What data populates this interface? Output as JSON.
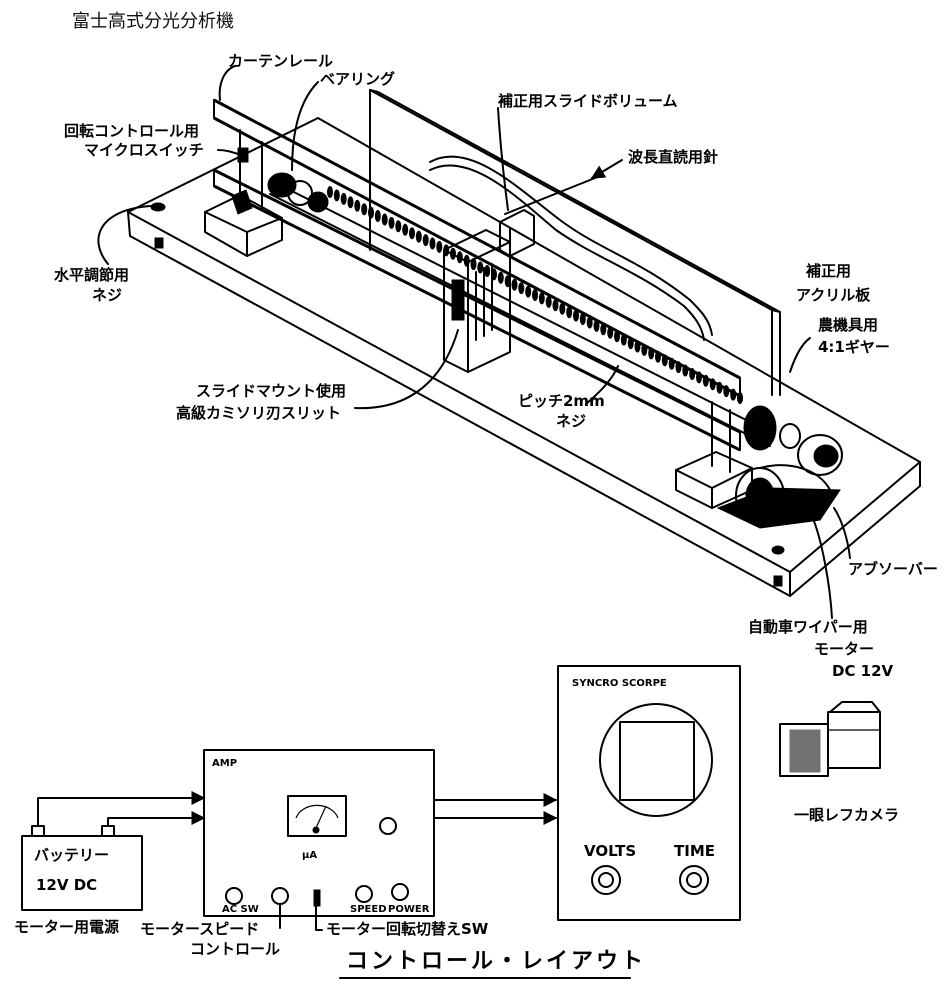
{
  "title": "富士高式分光分析機",
  "labels": {
    "curtain_rail": "カーテンレール",
    "bearing": "ベアリング",
    "slide_volume": "補正用スライドボリューム",
    "micro_switch_1": "回転コントロール用",
    "micro_switch_2": "マイクロスイッチ",
    "wavelength_needle": "波長直読用針",
    "leveling_screw_1": "水平調節用",
    "leveling_screw_2": "ネジ",
    "correction_plate_1": "補正用",
    "correction_plate_2": "アクリル板",
    "gear_1": "農機具用",
    "gear_2": "4:1ギヤー",
    "slit_1": "スライドマウント使用",
    "slit_2": "高級カミソリ刃スリット",
    "pitch_screw_1": "ピッチ2mm",
    "pitch_screw_2": "ネジ",
    "absorber": "アブソーバー",
    "wiper_motor_1": "自動車ワイパー用",
    "wiper_motor_2": "モーター",
    "wiper_motor_3": "DC 12V"
  },
  "layout_labels": {
    "scope_title": "SYNCRO SCORPE",
    "volts": "VOLTS",
    "time": "TIME",
    "amp": "AMP",
    "meter_unit": "μA",
    "battery_1": "バッテリー",
    "battery_2": "12V DC",
    "power_supply": "モーター用電源",
    "speed_control_1": "モータースピード",
    "speed_control_2": "コントロール",
    "rotation_switch": "モーター回転切替えSW",
    "camera": "一眼レフカメラ",
    "knob_ac": "AC SW",
    "knob_speed": "SPEED",
    "knob_power": "POWER"
  },
  "footer": "コントロール・レイアウト"
}
